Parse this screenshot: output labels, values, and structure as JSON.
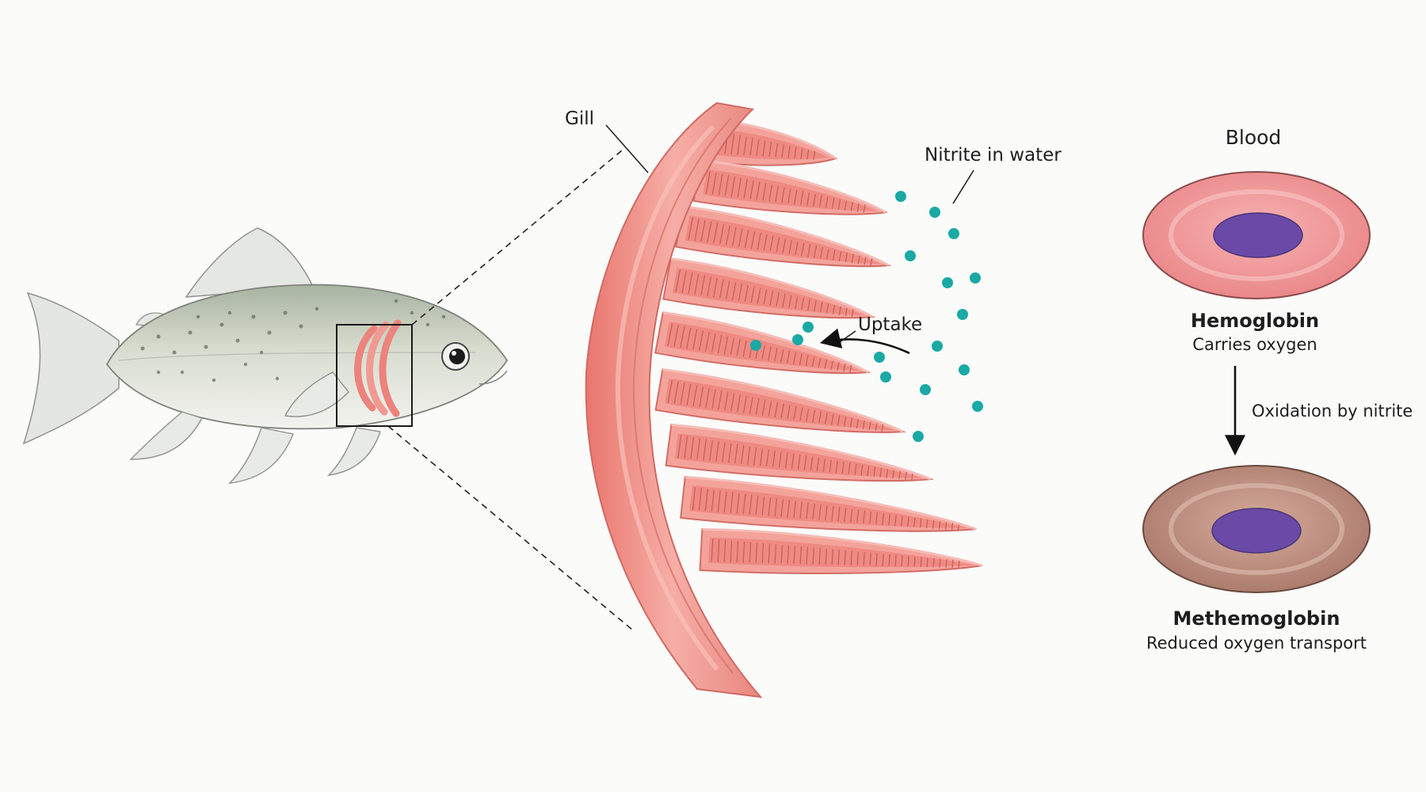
{
  "labels": {
    "gill": "Gill",
    "nitrite_in_water": "Nitrite in water",
    "uptake": "Uptake",
    "blood": "Blood",
    "oxidation": "Oxidation by nitrite"
  },
  "cells": [
    {
      "name": "Hemoglobin",
      "caption": "Carries oxygen",
      "fill": "#f0959a",
      "nucleus": "#6a4aa6"
    },
    {
      "name": "Methemoglobin",
      "caption": "Reduced oxygen transport",
      "fill": "#b98a7a",
      "nucleus": "#6a4aa6"
    }
  ],
  "colors": {
    "gill_tissue": "#ef8f88",
    "nitrite_dots": "#1aa9a4",
    "fish_body": "#dde0d6"
  }
}
